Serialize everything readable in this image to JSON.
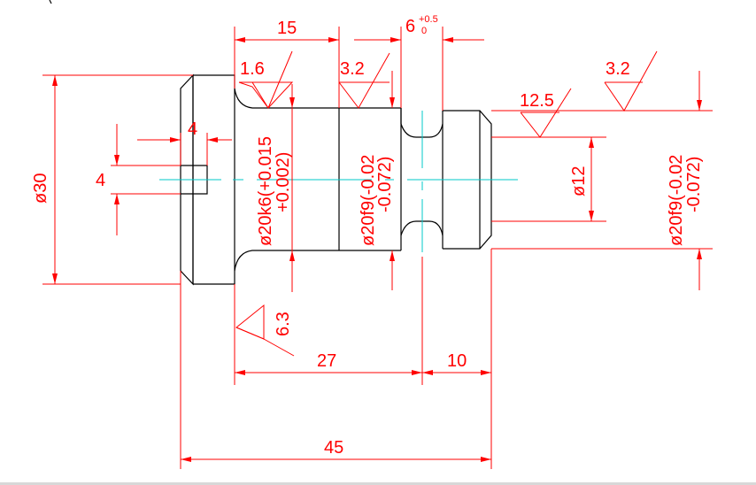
{
  "colors": {
    "outline": "#000000",
    "dimension": "#ff0000",
    "centerline": "#00c8c8",
    "background": "#ffffff"
  },
  "dimensions": {
    "d15": "15",
    "d6": "6",
    "d6_tol_upper": "+0.5",
    "d6_tol_lower": "0",
    "d4_width": "4",
    "d4_height": "4",
    "d30": "ø30",
    "d20k6": "ø20k6(+0.015",
    "d20k6_lower": "+0.002)",
    "d20f9_left": "ø20f9(-0.02",
    "d20f9_left_lower": "-0.072)",
    "d12": "ø12",
    "d20f9_right": "ø20f9(-0.02",
    "d20f9_right_lower": "-0.072)",
    "d27": "27",
    "d10": "10",
    "d45": "45"
  },
  "roughness": {
    "r1": "1.6",
    "r2": "3.2",
    "r3": "12.5",
    "r4": "3.2",
    "r5": "6.3"
  }
}
